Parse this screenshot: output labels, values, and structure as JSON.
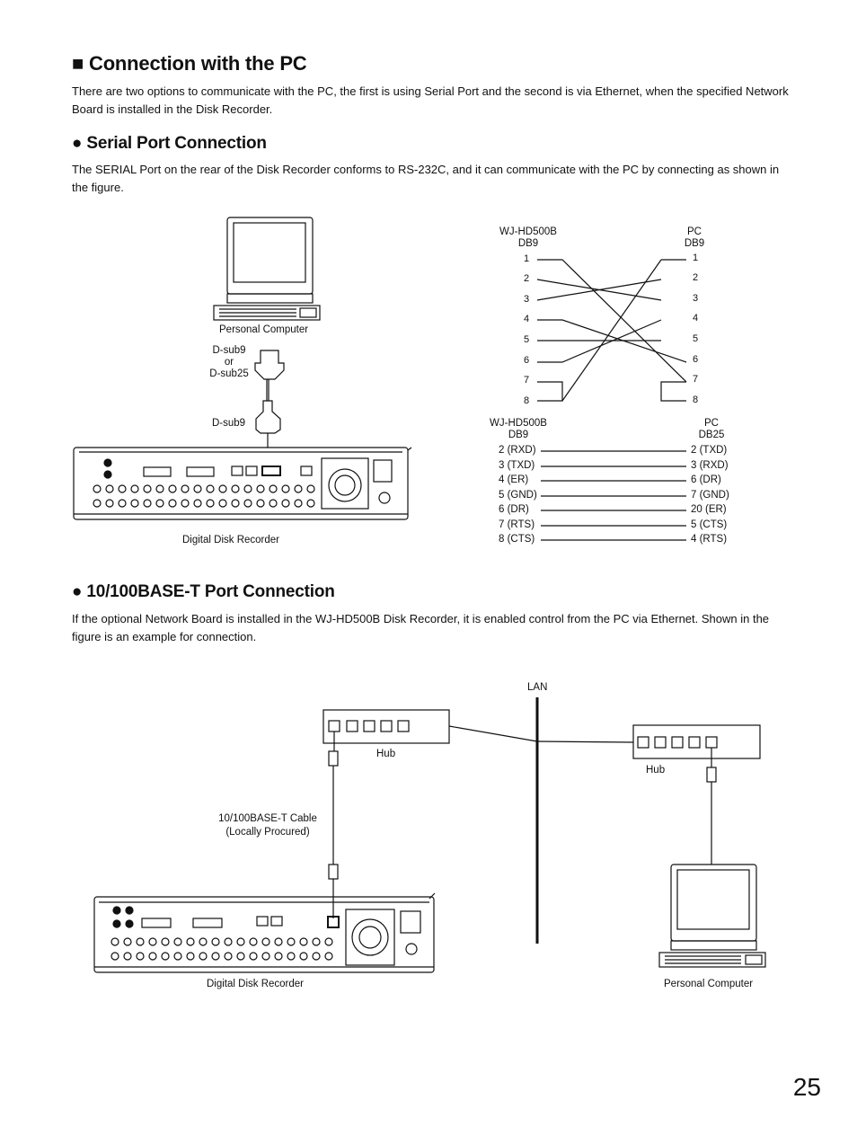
{
  "section": {
    "heading": "■ Connection with the PC",
    "intro": "There are two options to communicate with the PC, the first is using Serial Port and the second is via Ethernet, when the specified Network Board is installed in the Disk Recorder."
  },
  "serial": {
    "heading": "● Serial Port Connection",
    "text": "The SERIAL Port on the rear of the Disk Recorder conforms to RS-232C, and it can communicate with the PC by connecting as shown in the figure.",
    "personal_computer": "Personal Computer",
    "dsub_top": [
      "D-sub9",
      "or",
      "D-sub25"
    ],
    "dsub_bottom": "D-sub9",
    "recorder": "Digital Disk Recorder",
    "db9_left_title": [
      "WJ-HD500B",
      "DB9"
    ],
    "db9_right_title": [
      "PC",
      "DB9"
    ],
    "pins": [
      "1",
      "2",
      "3",
      "4",
      "5",
      "6",
      "7",
      "8"
    ],
    "db25_left_title": [
      "WJ-HD500B",
      "DB9"
    ],
    "db25_right_title": [
      "PC",
      "DB25"
    ],
    "db25_left_pins": [
      "2 (RXD)",
      "3 (TXD)",
      "4 (ER)",
      "5 (GND)",
      "6 (DR)",
      "7 (RTS)",
      "8 (CTS)"
    ],
    "db25_right_pins": [
      "2 (TXD)",
      "3 (RXD)",
      "6 (DR)",
      "7 (GND)",
      "20 (ER)",
      "5 (CTS)",
      "4 (RTS)"
    ]
  },
  "ethernet": {
    "heading": "● 10/100BASE-T Port Connection",
    "text": "If the optional Network Board is installed in the WJ-HD500B Disk Recorder, it is enabled control from the PC via Ethernet. Shown in the figure is an example for connection.",
    "lan": "LAN",
    "hub_left": "Hub",
    "hub_right": "Hub",
    "cable": [
      "10/100BASE-T Cable",
      "(Locally Procured)"
    ],
    "recorder": "Digital Disk Recorder",
    "personal_computer": "Personal Computer"
  },
  "page_number": "25"
}
